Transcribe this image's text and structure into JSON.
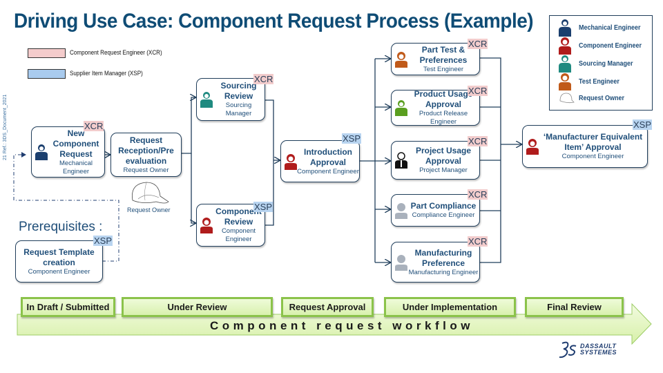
{
  "title": "Driving Use Case: Component Request Process (Example)",
  "legend": [
    {
      "label": "Component Request Engineer (XCR)",
      "color": "#f4cccc"
    },
    {
      "label": "Supplier Item Manager (XSP)",
      "color": "#a9cbee"
    }
  ],
  "roles_legend": [
    {
      "label": "Mechanical  Engineer",
      "icon": "mechanical-engineer-icon",
      "color": "#1b3f6e"
    },
    {
      "label": "Component Engineer",
      "icon": "component-engineer-icon",
      "color": "#b01c1c"
    },
    {
      "label": "Sourcing Manager",
      "icon": "sourcing-manager-icon",
      "color": "#1f8a80"
    },
    {
      "label": "Test Engineer",
      "icon": "test-engineer-icon",
      "color": "#c05a1a"
    },
    {
      "label": "Request  Owner",
      "icon": "cap-icon",
      "color": "#999999"
    }
  ],
  "tags": {
    "xcr": "XCR",
    "xsp": "XSP"
  },
  "steps": {
    "new_request": {
      "name": "New Component Request",
      "role": "Mechanical Engineer",
      "tag": "XCR"
    },
    "reception": {
      "name": "Request Reception/Pre evaluation",
      "role": "Request Owner"
    },
    "sourcing": {
      "name": "Sourcing Review",
      "role": "Sourcing Manager",
      "tag": "XCR"
    },
    "component_review": {
      "name": "Component Review",
      "role": "Component Engineer",
      "tag": "XSP"
    },
    "introduction": {
      "name": "Introduction Approval",
      "role": "Component Engineer",
      "tag": "XSP"
    },
    "part_test": {
      "name": "Part Test & Preferences",
      "role": "Test Engineer",
      "tag": "XCR"
    },
    "product_usage": {
      "name": "Product Usage Approval",
      "role": "Product Release Engineer",
      "tag": "XCR"
    },
    "project_usage": {
      "name": "Project Usage Approval",
      "role": "Project Manager",
      "tag": "XCR"
    },
    "part_compliance": {
      "name": "Part Compliance",
      "role": "Compliance Engineer",
      "tag": "XCR"
    },
    "manufacturing": {
      "name": "Manufacturing Preference",
      "role": "Manufacturing Engineer",
      "tag": "XCR"
    },
    "mei_approval": {
      "name": "‘Manufacturer Equivalent Item’ Approval",
      "role": "Component Engineer",
      "tag": "XSP"
    },
    "template": {
      "name": "Request Template creation",
      "role": "Component Engineer",
      "tag": "XSP"
    }
  },
  "request_owner_caption": "Request Owner",
  "prerequisites_label": "Prerequisites  :",
  "reference_text": "21 Ref.: 3DS_Document_2021",
  "stages": [
    "In Draft  / Submitted",
    "Under Review",
    "Request Approval",
    "Under Implementation",
    "Final Review"
  ],
  "workflow_label": "Component request workflow",
  "logo": {
    "line1": "DASSAULT",
    "line2": "SYSTEMES"
  }
}
